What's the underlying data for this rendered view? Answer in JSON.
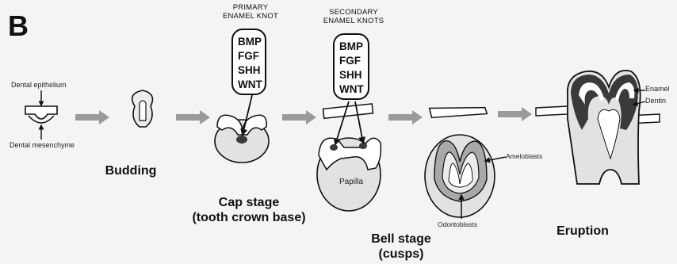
{
  "panel_label": "B",
  "primary_knot": {
    "title_lines": [
      "PRIMARY",
      "ENAMEL KNOT"
    ],
    "genes": [
      "BMP",
      "FGF",
      "SHH",
      "WNT"
    ]
  },
  "secondary_knots": {
    "title_lines": [
      "SECONDARY",
      "ENAMEL KNOTS"
    ],
    "genes": [
      "BMP",
      "FGF",
      "SHH",
      "WNT"
    ]
  },
  "labels": {
    "dental_epithelium": "Dental epithelium",
    "dental_mesenchyme": "Dental mesenchyme",
    "papilla": "Papilla",
    "ameloblasts": "Ameloblasts",
    "odontoblasts": "Odontoblasts",
    "enamel": "Enamel",
    "dentin": "Dentin"
  },
  "stages": {
    "budding": [
      "Budding"
    ],
    "cap": [
      "Cap stage",
      "(tooth crown base)"
    ],
    "bell": [
      "Bell stage",
      "(cusps)"
    ],
    "eruption": [
      "Eruption"
    ]
  },
  "colors": {
    "tissue_light": "#e2e2e2",
    "tissue_mid": "#a9a9a9",
    "tissue_dark": "#3a3a3a",
    "arrow_gray": "#9a9a9a",
    "line": "#111111"
  }
}
